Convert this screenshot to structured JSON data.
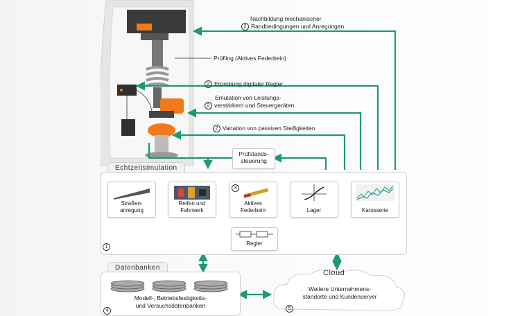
{
  "annotations": {
    "a1_num": "2",
    "a1_line1": "Nachbildung mechanischer",
    "a1_line2": "Randbedingungen und Anregungen",
    "a2": "Prüfling (Aktives Federbein)",
    "a3_num": "2",
    "a3": "Erprobung digitaler Regler",
    "a4_num": "2",
    "a4_line1": "Emulation von Leistungs-",
    "a4_line2": "verstärkern und Steuergeräten",
    "a5_num": "2",
    "a5": "Variation von passiven Steifigkeiten",
    "pruef_line1": "Prüfstands-",
    "pruef_line2": "steuerung"
  },
  "echtzeit": {
    "title": "Echtzeitsimulation",
    "num": "1",
    "blocks": {
      "strasse_1": "Straßen-",
      "strasse_2": "anregung",
      "reifen_1": "Reifen und",
      "reifen_2": "Fahrwerk",
      "feder_num": "3",
      "feder_1": "Aktives",
      "feder_2": "Federbein",
      "lager": "Lager",
      "karosserie": "Karosserie",
      "regler": "Regler"
    }
  },
  "datenbanken": {
    "title": "Datenbanken",
    "line1": "Modell-, Betriebsfestigkeits-",
    "line2": "und Versuchsdatenbanken",
    "num": "4"
  },
  "cloud": {
    "title": "Cloud",
    "line1": "Weitere Unternehmens-",
    "line2": "standorte und Kundenserver",
    "num": "5"
  },
  "colors": {
    "arrow_green": "#1e9a6e",
    "accent_orange": "#f07a1a"
  }
}
